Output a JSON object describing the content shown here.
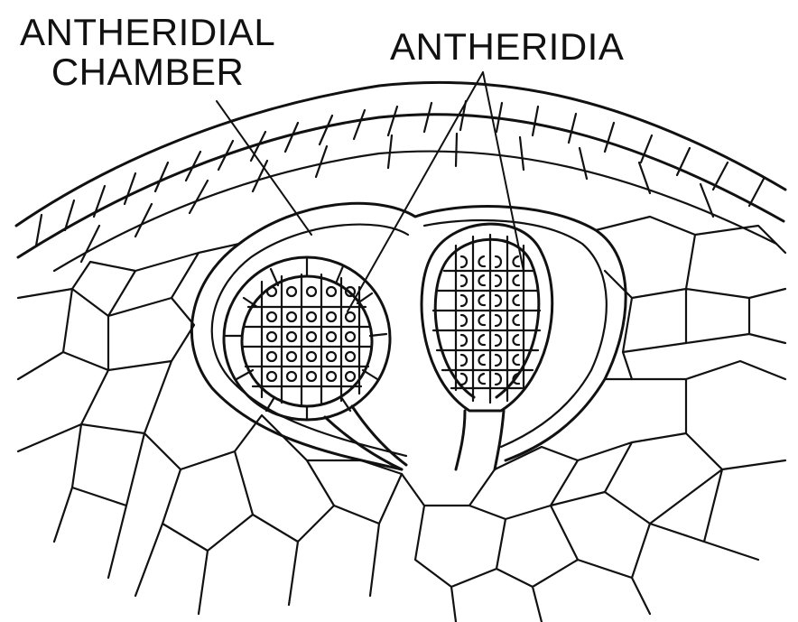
{
  "labels": {
    "chamber_line1": "ANTHERIDIAL",
    "chamber_line2": "CHAMBER",
    "antheridia": "ANTHERIDIA"
  }
}
